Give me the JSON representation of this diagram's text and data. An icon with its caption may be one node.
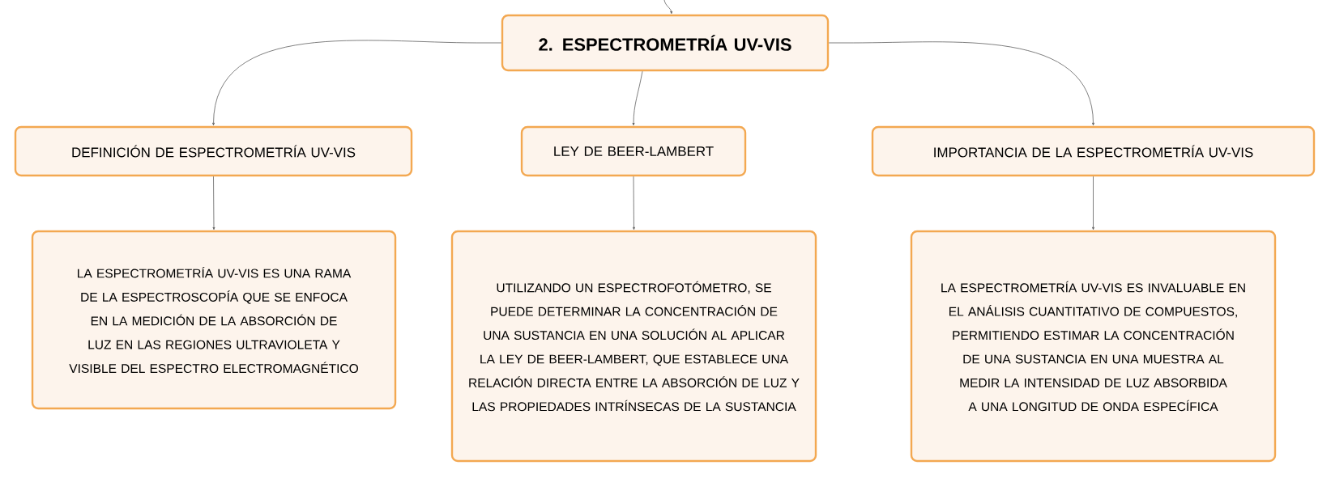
{
  "diagram": {
    "nodes": [
      {
        "text": [
          "2. ESPECTROMETRÍA UV-VIS"
        ]
      },
      {
        "text": [
          "DEFINICIÓN DE ESPECTROMETRÍA UV-VIS"
        ]
      },
      {
        "text": [
          "LEY DE BEER-LAMBERT"
        ]
      },
      {
        "text": [
          "IMPORTANCIA DE LA ESPECTROMETRÍA UV-VIS"
        ]
      },
      {
        "text": [
          "LA ESPECTROMETRÍA UV-VIS ES UNA RAMA DE LA ESPECTROSCOPÍA QUE SE ENFOCA EN LA MEDICIÓN DE LA ABSORCIÓN DE LUZ EN LAS REGIONES ULTRAVIOLETA Y VISIBLE DEL ESPECTRO ELECTROMAGNÉTICO"
        ]
      },
      {
        "text": [
          "UTILIZANDO UN ESPECTROFOTÓMETRO, SE PUEDE DETERMINAR LA CONCENTRACIÓN DE UNA SUSTANCIA EN UNA SOLUCIÓN AL APLICAR LA LEY DE BEER-LAMBERT, QUE ESTABLECE UNA RELACIÓN DIRECTA ENTRE LA ABSORCIÓN DE LUZ Y LAS PROPIEDADES INTRÍNSECAS DE LA SUSTANCIA"
        ]
      },
      {
        "text": [
          "LA ESPECTROMETRÍA UV-VIS ES INVALUABLE EN EL ANÁLISIS CUANTITATIVO DE COMPUESTOS, PERMITIENDO ESTIMAR LA CONCENTRACIÓN DE UNA SUSTANCIA EN UNA MUESTRA AL MEDIR LA INTENSIDAD DE LUZ ABSORBIDA A UNA LONGITUD DE ONDA ESPECÍFICA"
        ]
      }
    ],
    "edges": [
      {
        "from": null,
        "to": 0,
        "arrow": "to"
      },
      {
        "from": 0,
        "to": 1,
        "arrow": "to"
      },
      {
        "from": 0,
        "to": 2,
        "arrow": "to"
      },
      {
        "from": 0,
        "to": 3,
        "arrow": "to"
      },
      {
        "from": 1,
        "to": 4,
        "arrow": "to"
      },
      {
        "from": 2,
        "to": 5,
        "arrow": "to"
      },
      {
        "from": 3,
        "to": 6,
        "arrow": "to"
      }
    ]
  }
}
